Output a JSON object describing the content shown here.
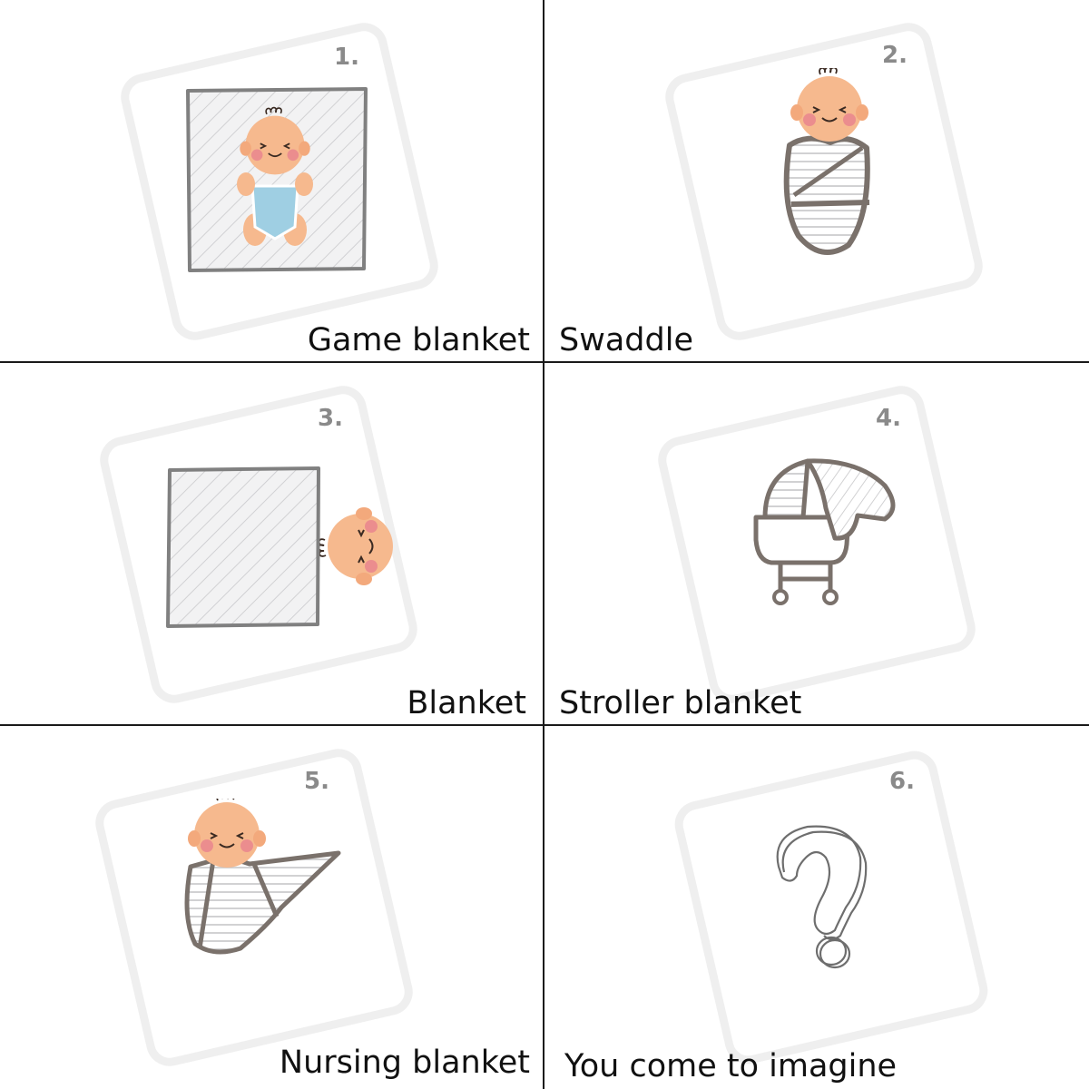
{
  "panels": [
    {
      "number": "1.",
      "label": "Game blanket",
      "icon": "baby-on-play-blanket"
    },
    {
      "number": "2.",
      "label": "Swaddle",
      "icon": "swaddled-baby"
    },
    {
      "number": "3.",
      "label": "Blanket",
      "icon": "baby-under-blanket"
    },
    {
      "number": "4.",
      "label": "Stroller blanket",
      "icon": "stroller-with-blanket"
    },
    {
      "number": "5.",
      "label": "Nursing blanket",
      "icon": "baby-in-nursing-wrap"
    },
    {
      "number": "6.",
      "label": "You come to imagine",
      "icon": "question-mark"
    }
  ],
  "colors": {
    "grid_line": "#1a1a1a",
    "card_border": "#efefef",
    "number_text": "#8a8a8a",
    "outline": "#7a716b",
    "skin": "#f6b98e",
    "cheek": "#e9828f",
    "onesie": "#9fcfe3"
  }
}
